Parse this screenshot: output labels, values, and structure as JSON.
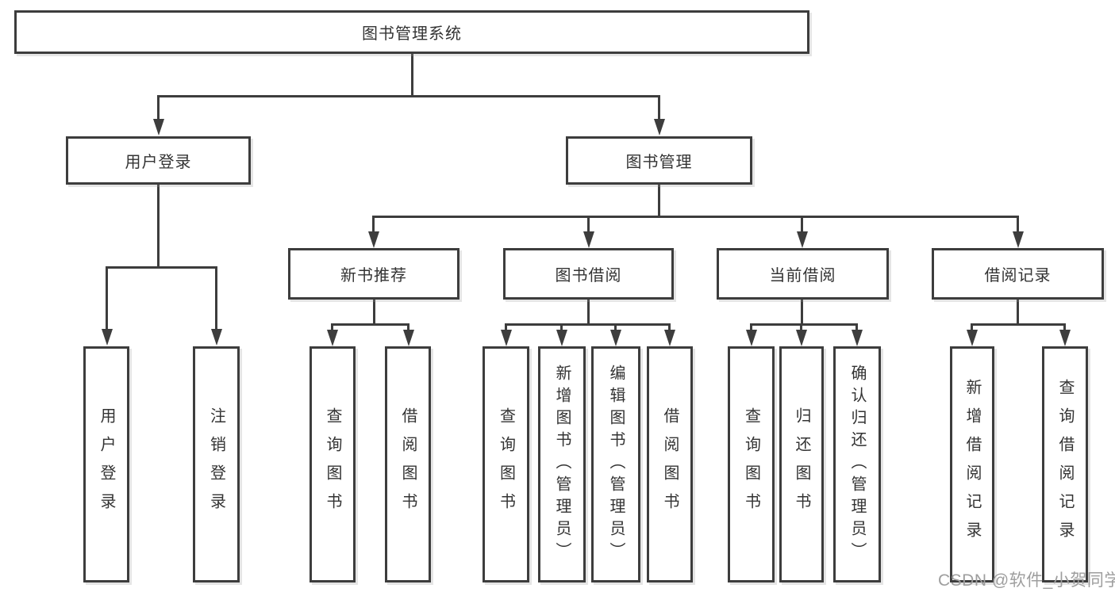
{
  "diagram": {
    "title": "图书管理系统",
    "root": {
      "label": "图书管理系统"
    },
    "level2": [
      {
        "label": "用户登录",
        "children": [
          {
            "label": "用户登录"
          },
          {
            "label": "注销登录"
          }
        ]
      },
      {
        "label": "图书管理",
        "children": [
          {
            "label": "新书推荐",
            "children": [
              {
                "label": "查询图书"
              },
              {
                "label": "借阅图书"
              }
            ]
          },
          {
            "label": "图书借阅",
            "children": [
              {
                "label": "查询图书"
              },
              {
                "label": "新增图书（管理员）"
              },
              {
                "label": "编辑图书（管理员）"
              },
              {
                "label": "借阅图书"
              }
            ]
          },
          {
            "label": "当前借阅",
            "children": [
              {
                "label": "查询图书"
              },
              {
                "label": "归还图书"
              },
              {
                "label": "确认归还（管理员）"
              }
            ]
          },
          {
            "label": "借阅记录",
            "children": [
              {
                "label": "新增借阅记录"
              },
              {
                "label": "查询借阅记录"
              }
            ]
          }
        ]
      }
    ]
  },
  "watermark": "CSDN @软件_小贺同学",
  "colors": {
    "line": "#3d3d3d",
    "text": "#333333",
    "background": "#ffffff",
    "watermark": "#9e9e9e"
  }
}
